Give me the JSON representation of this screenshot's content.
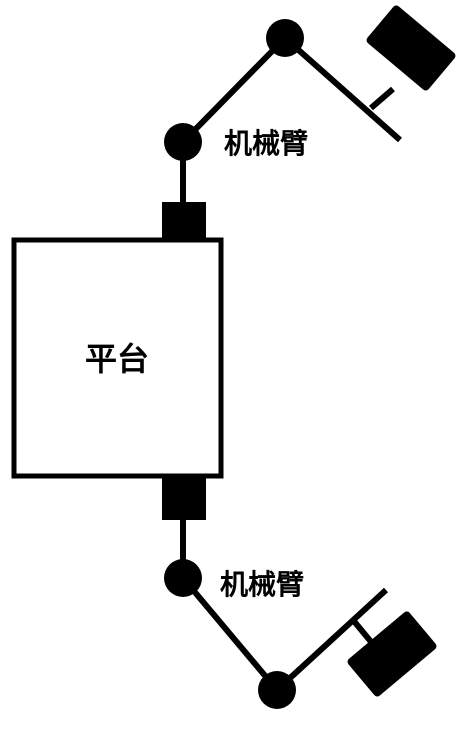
{
  "platform": {
    "label": "平台"
  },
  "arms": [
    {
      "label": "机械臂"
    },
    {
      "label": "机械臂"
    }
  ],
  "colors": {
    "stroke": "#000000",
    "fill_dark": "#000000",
    "background": "#ffffff"
  }
}
